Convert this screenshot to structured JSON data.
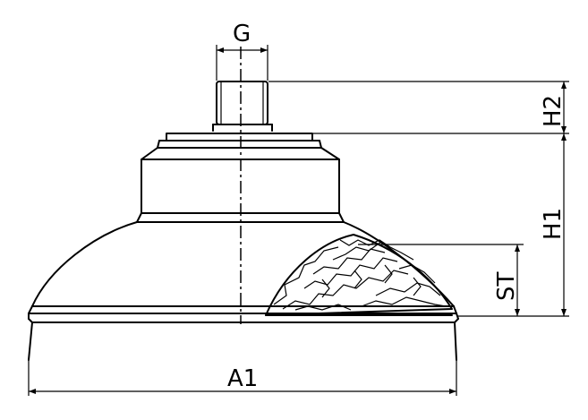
{
  "drawing": {
    "labels": {
      "g": "G",
      "h2": "H2",
      "h1": "H1",
      "st": "ST",
      "a1": "A1"
    },
    "colors": {
      "line": "#000000",
      "background": "#ffffff"
    }
  }
}
